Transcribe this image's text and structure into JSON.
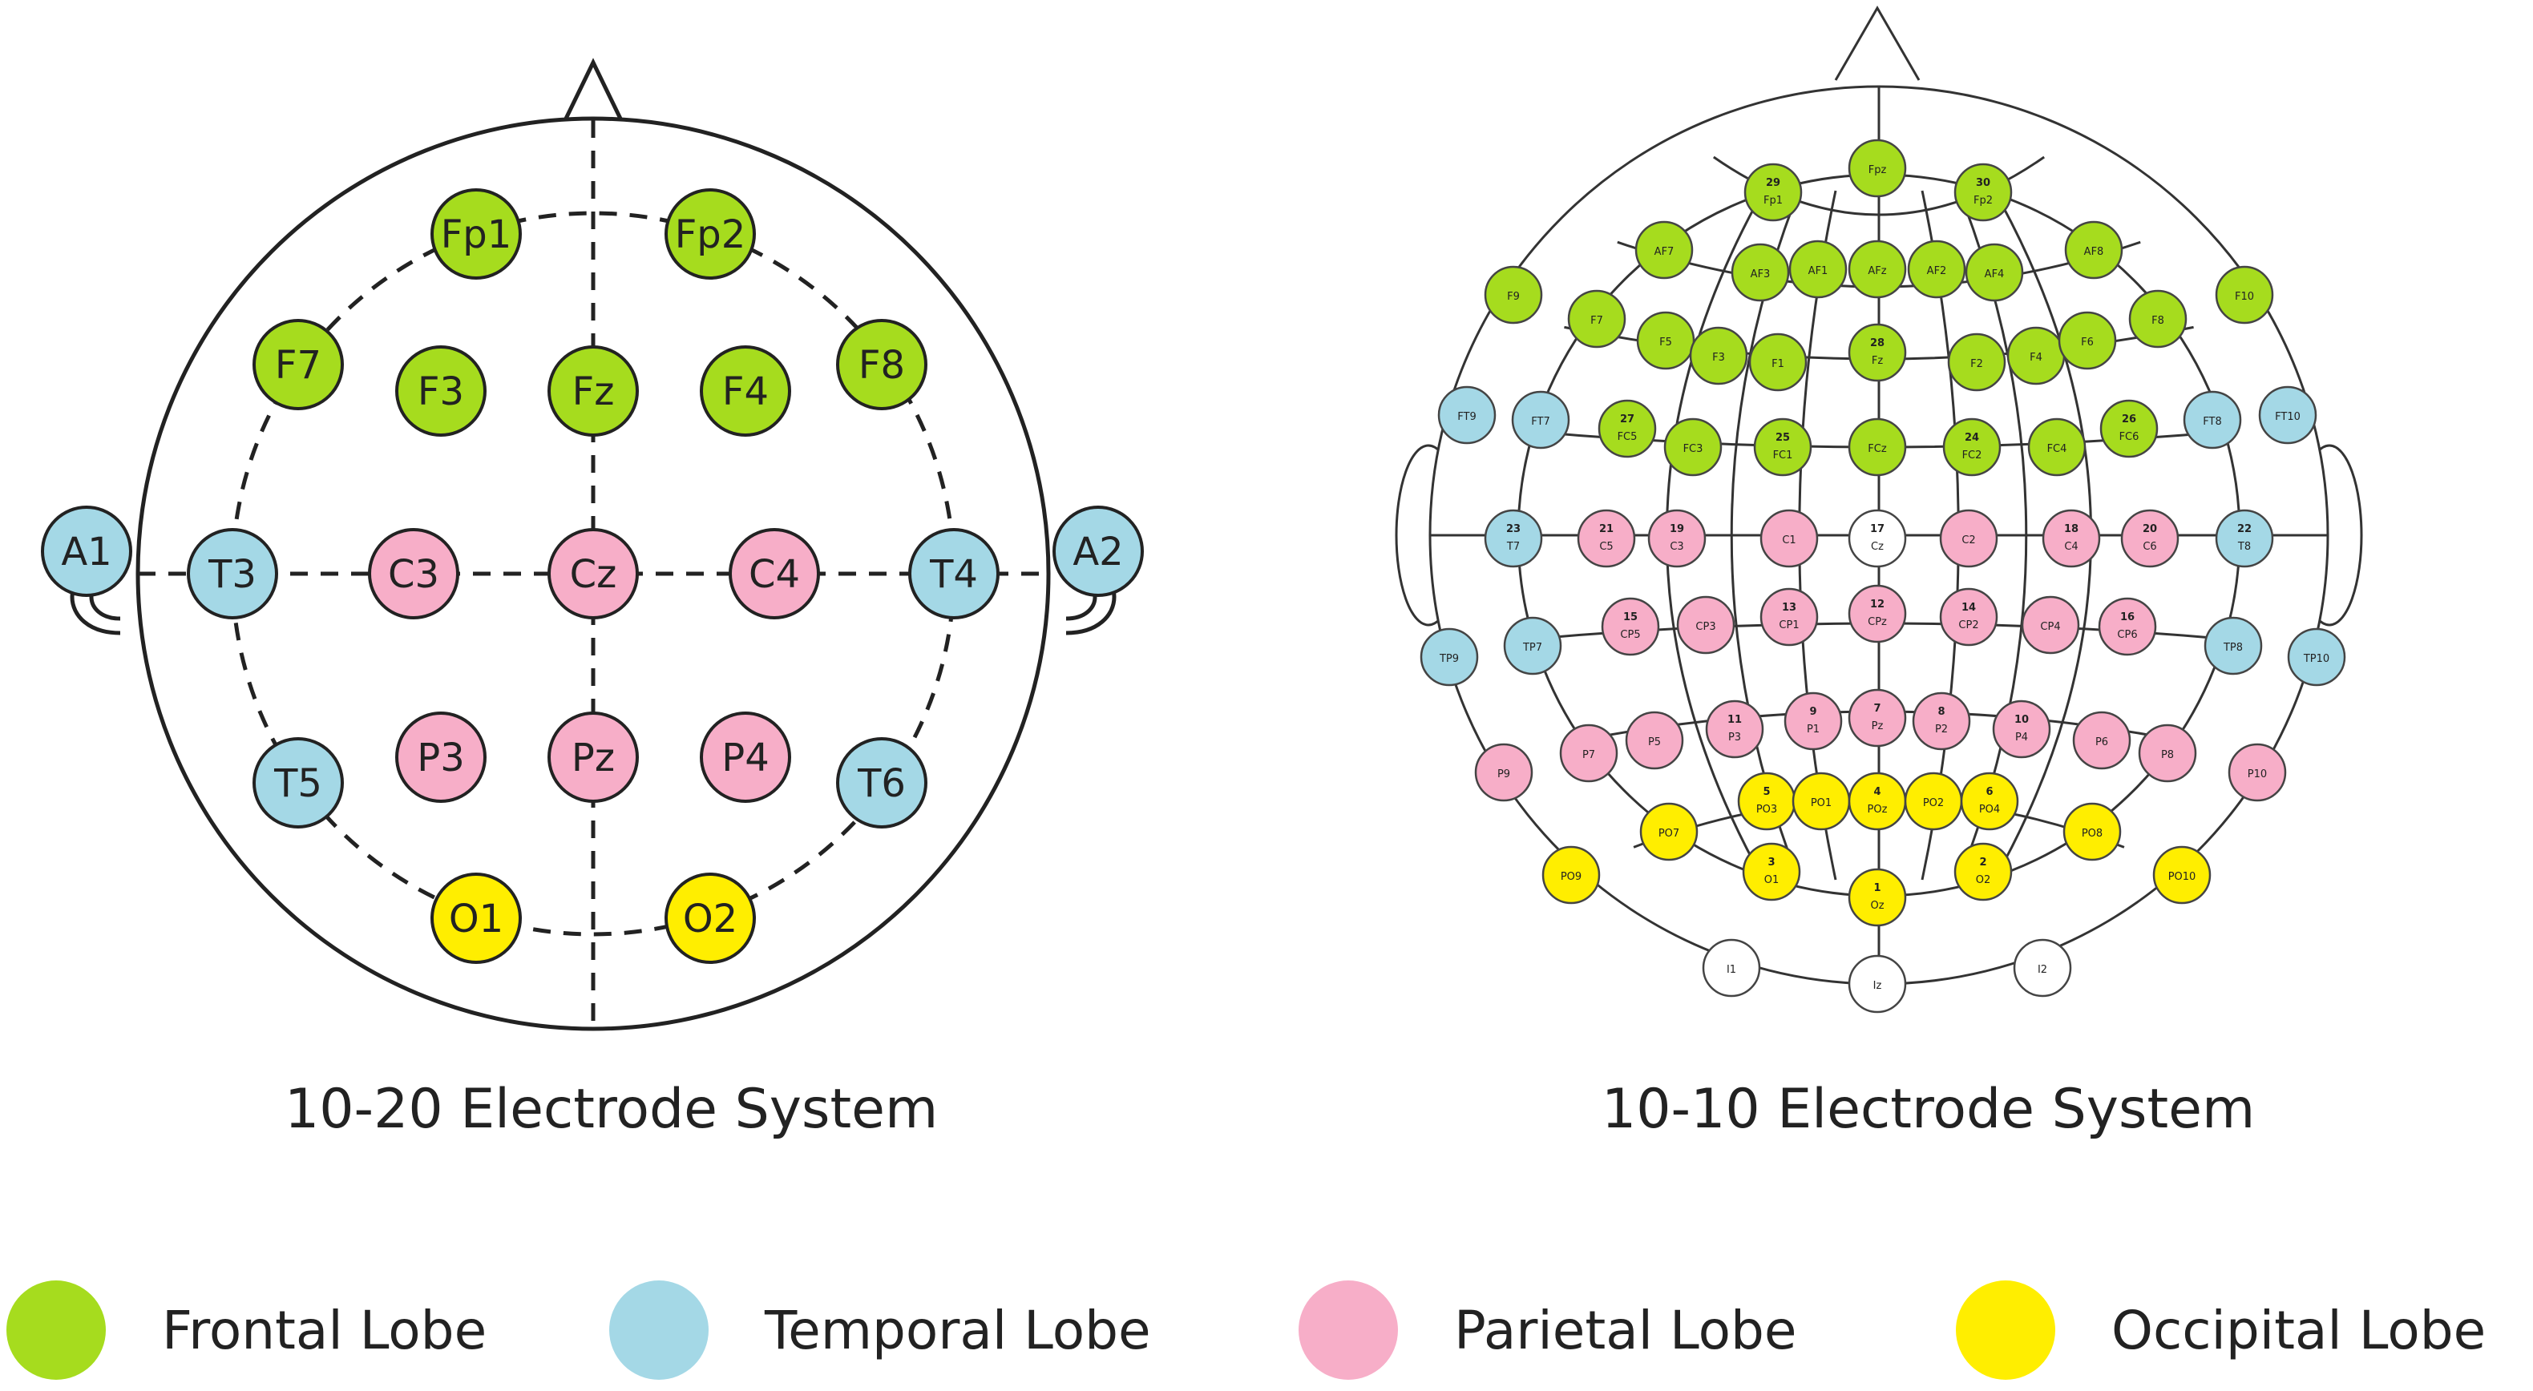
{
  "colors": {
    "frontal": "#a6dc1e",
    "temporal": "#a4d8e6",
    "parietal": "#f7aec8",
    "occipital": "#ffee00",
    "other": "#ffffff"
  },
  "system_1020": {
    "caption": "10-20 Electrode System",
    "electrodes": [
      {
        "label": "Fp1",
        "lobe": "frontal"
      },
      {
        "label": "Fp2",
        "lobe": "frontal"
      },
      {
        "label": "F7",
        "lobe": "frontal"
      },
      {
        "label": "F3",
        "lobe": "frontal"
      },
      {
        "label": "Fz",
        "lobe": "frontal"
      },
      {
        "label": "F4",
        "lobe": "frontal"
      },
      {
        "label": "F8",
        "lobe": "frontal"
      },
      {
        "label": "A1",
        "lobe": "temporal"
      },
      {
        "label": "T3",
        "lobe": "temporal"
      },
      {
        "label": "C3",
        "lobe": "parietal"
      },
      {
        "label": "Cz",
        "lobe": "parietal"
      },
      {
        "label": "C4",
        "lobe": "parietal"
      },
      {
        "label": "T4",
        "lobe": "temporal"
      },
      {
        "label": "A2",
        "lobe": "temporal"
      },
      {
        "label": "T5",
        "lobe": "temporal"
      },
      {
        "label": "P3",
        "lobe": "parietal"
      },
      {
        "label": "Pz",
        "lobe": "parietal"
      },
      {
        "label": "P4",
        "lobe": "parietal"
      },
      {
        "label": "T6",
        "lobe": "temporal"
      },
      {
        "label": "O1",
        "lobe": "occipital"
      },
      {
        "label": "O2",
        "lobe": "occipital"
      }
    ]
  },
  "system_1010": {
    "caption": "10-10 Electrode System",
    "electrodes": [
      {
        "label": "Fpz",
        "number": "",
        "lobe": "frontal"
      },
      {
        "label": "Fp1",
        "number": "29",
        "lobe": "frontal"
      },
      {
        "label": "Fp2",
        "number": "30",
        "lobe": "frontal"
      },
      {
        "label": "AF7",
        "number": "",
        "lobe": "frontal"
      },
      {
        "label": "AF8",
        "number": "",
        "lobe": "frontal"
      },
      {
        "label": "AF3",
        "number": "",
        "lobe": "frontal"
      },
      {
        "label": "AF1",
        "number": "",
        "lobe": "frontal"
      },
      {
        "label": "AFz",
        "number": "",
        "lobe": "frontal"
      },
      {
        "label": "AF2",
        "number": "",
        "lobe": "frontal"
      },
      {
        "label": "AF4",
        "number": "",
        "lobe": "frontal"
      },
      {
        "label": "F9",
        "number": "",
        "lobe": "frontal"
      },
      {
        "label": "F7",
        "number": "",
        "lobe": "frontal"
      },
      {
        "label": "F5",
        "number": "",
        "lobe": "frontal"
      },
      {
        "label": "F3",
        "number": "",
        "lobe": "frontal"
      },
      {
        "label": "F1",
        "number": "",
        "lobe": "frontal"
      },
      {
        "label": "Fz",
        "number": "28",
        "lobe": "frontal"
      },
      {
        "label": "F2",
        "number": "",
        "lobe": "frontal"
      },
      {
        "label": "F4",
        "number": "",
        "lobe": "frontal"
      },
      {
        "label": "F6",
        "number": "",
        "lobe": "frontal"
      },
      {
        "label": "F8",
        "number": "",
        "lobe": "frontal"
      },
      {
        "label": "F10",
        "number": "",
        "lobe": "frontal"
      },
      {
        "label": "FT9",
        "number": "",
        "lobe": "temporal"
      },
      {
        "label": "FT7",
        "number": "",
        "lobe": "temporal"
      },
      {
        "label": "FC5",
        "number": "27",
        "lobe": "frontal"
      },
      {
        "label": "FC3",
        "number": "",
        "lobe": "frontal"
      },
      {
        "label": "FC1",
        "number": "25",
        "lobe": "frontal"
      },
      {
        "label": "FCz",
        "number": "",
        "lobe": "frontal"
      },
      {
        "label": "FC2",
        "number": "24",
        "lobe": "frontal"
      },
      {
        "label": "FC4",
        "number": "",
        "lobe": "frontal"
      },
      {
        "label": "FC6",
        "number": "26",
        "lobe": "frontal"
      },
      {
        "label": "FT8",
        "number": "",
        "lobe": "temporal"
      },
      {
        "label": "FT10",
        "number": "",
        "lobe": "temporal"
      },
      {
        "label": "T7",
        "number": "23",
        "lobe": "temporal"
      },
      {
        "label": "C5",
        "number": "21",
        "lobe": "parietal"
      },
      {
        "label": "C3",
        "number": "19",
        "lobe": "parietal"
      },
      {
        "label": "C1",
        "number": "",
        "lobe": "parietal"
      },
      {
        "label": "Cz",
        "number": "17",
        "lobe": "other"
      },
      {
        "label": "C2",
        "number": "",
        "lobe": "parietal"
      },
      {
        "label": "C4",
        "number": "18",
        "lobe": "parietal"
      },
      {
        "label": "C6",
        "number": "20",
        "lobe": "parietal"
      },
      {
        "label": "T8",
        "number": "22",
        "lobe": "temporal"
      },
      {
        "label": "TP9",
        "number": "",
        "lobe": "temporal"
      },
      {
        "label": "TP7",
        "number": "",
        "lobe": "temporal"
      },
      {
        "label": "CP5",
        "number": "15",
        "lobe": "parietal"
      },
      {
        "label": "CP3",
        "number": "",
        "lobe": "parietal"
      },
      {
        "label": "CP1",
        "number": "13",
        "lobe": "parietal"
      },
      {
        "label": "CPz",
        "number": "12",
        "lobe": "parietal"
      },
      {
        "label": "CP2",
        "number": "14",
        "lobe": "parietal"
      },
      {
        "label": "CP4",
        "number": "",
        "lobe": "parietal"
      },
      {
        "label": "CP6",
        "number": "16",
        "lobe": "parietal"
      },
      {
        "label": "TP8",
        "number": "",
        "lobe": "temporal"
      },
      {
        "label": "TP10",
        "number": "",
        "lobe": "temporal"
      },
      {
        "label": "P9",
        "number": "",
        "lobe": "parietal"
      },
      {
        "label": "P7",
        "number": "",
        "lobe": "parietal"
      },
      {
        "label": "P5",
        "number": "",
        "lobe": "parietal"
      },
      {
        "label": "P3",
        "number": "11",
        "lobe": "parietal"
      },
      {
        "label": "P1",
        "number": "9",
        "lobe": "parietal"
      },
      {
        "label": "Pz",
        "number": "7",
        "lobe": "parietal"
      },
      {
        "label": "P2",
        "number": "8",
        "lobe": "parietal"
      },
      {
        "label": "P4",
        "number": "10",
        "lobe": "parietal"
      },
      {
        "label": "P6",
        "number": "",
        "lobe": "parietal"
      },
      {
        "label": "P8",
        "number": "",
        "lobe": "parietal"
      },
      {
        "label": "P10",
        "number": "",
        "lobe": "parietal"
      },
      {
        "label": "PO3",
        "number": "5",
        "lobe": "occipital"
      },
      {
        "label": "PO1",
        "number": "",
        "lobe": "occipital"
      },
      {
        "label": "POz",
        "number": "4",
        "lobe": "occipital"
      },
      {
        "label": "PO2",
        "number": "",
        "lobe": "occipital"
      },
      {
        "label": "PO4",
        "number": "6",
        "lobe": "occipital"
      },
      {
        "label": "PO7",
        "number": "",
        "lobe": "occipital"
      },
      {
        "label": "PO8",
        "number": "",
        "lobe": "occipital"
      },
      {
        "label": "PO9",
        "number": "",
        "lobe": "occipital"
      },
      {
        "label": "O1",
        "number": "3",
        "lobe": "occipital"
      },
      {
        "label": "Oz",
        "number": "1",
        "lobe": "occipital"
      },
      {
        "label": "O2",
        "number": "2",
        "lobe": "occipital"
      },
      {
        "label": "PO10",
        "number": "",
        "lobe": "occipital"
      },
      {
        "label": "I1",
        "number": "",
        "lobe": "other"
      },
      {
        "label": "Iz",
        "number": "",
        "lobe": "other"
      },
      {
        "label": "I2",
        "number": "",
        "lobe": "other"
      }
    ]
  },
  "legend": [
    {
      "label": "Frontal Lobe",
      "lobe": "frontal"
    },
    {
      "label": "Temporal Lobe",
      "lobe": "temporal"
    },
    {
      "label": "Parietal Lobe",
      "lobe": "parietal"
    },
    {
      "label": "Occipital Lobe",
      "lobe": "occipital"
    }
  ]
}
